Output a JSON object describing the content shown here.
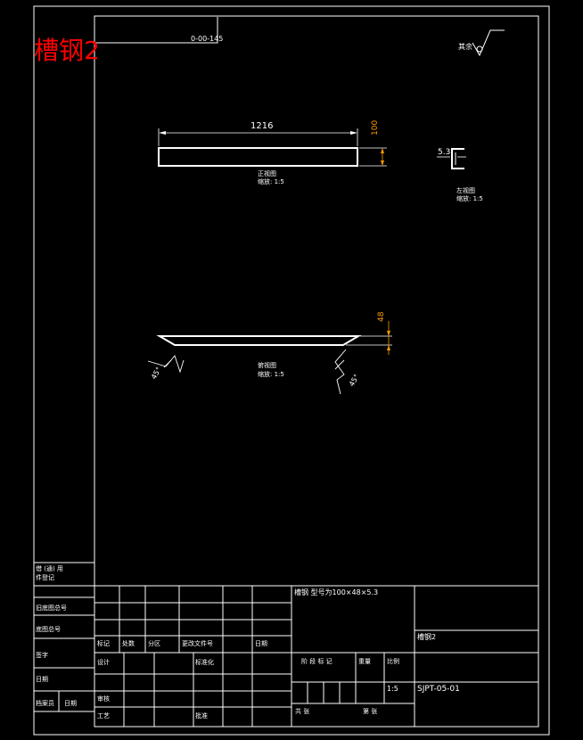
{
  "sheet": {
    "title": "槽钢2",
    "title_color": "#ff0000",
    "drawing_no_box": "0-00-145",
    "roughness_label": "其余",
    "roughness_symbol": "check-roughness-icon"
  },
  "front_view": {
    "width_dim": "1216",
    "height_dim": "100",
    "label": "正视图",
    "scale": "缩放: 1:5"
  },
  "side_view": {
    "dim": "5.3",
    "label": "左视图",
    "scale": "缩放: 1:5"
  },
  "top_view": {
    "dim": "48",
    "label": "俯视图",
    "scale": "缩放: 1:5",
    "cut_left": "45°",
    "cut_right": "45°"
  },
  "left_strip": {
    "r1": "借 (通) 用",
    "r1b": "件登记",
    "r2": "旧底图总号",
    "r3": "底图总号",
    "r4": "签字",
    "r5": "日期",
    "r6a": "档案员",
    "r6b": "日期"
  },
  "title_block": {
    "material": "槽钢   型号为100×48×5.3",
    "part_name": "槽钢2",
    "part_no": "SJPT-05-01",
    "scale_value": "1:5",
    "h_mark": "标记",
    "h_count": "处数",
    "h_zone": "分区",
    "h_doc": "更改文件号",
    "h_date": "日期",
    "r_design": "设计",
    "r_std": "标准化",
    "r_review": "审核",
    "r_craft": "工艺",
    "r_approve": "批准",
    "stage": "阶  段  标  记",
    "weight": "重量",
    "ratio": "比例",
    "total": "共        张",
    "page": "第        张"
  },
  "colors": {
    "line": "#ffffff",
    "dimension": "#ff9900",
    "title": "#ff0000"
  }
}
